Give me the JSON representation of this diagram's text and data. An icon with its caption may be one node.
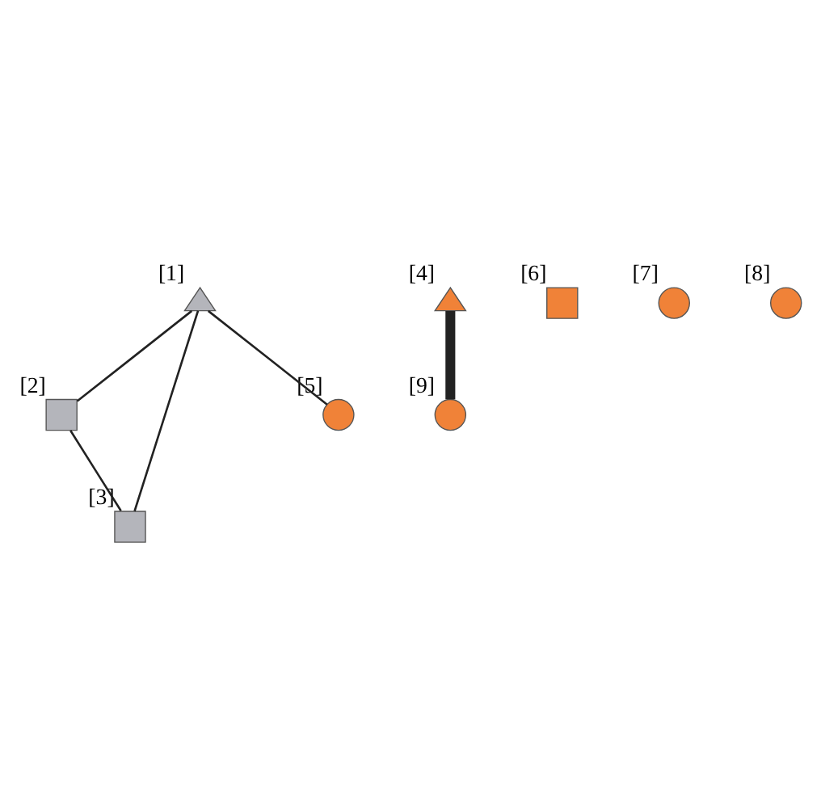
{
  "diagram": {
    "nodes": [
      {
        "text": [],
        "shape": "triangle",
        "beside": [
          "[1]"
        ]
      },
      {
        "text": [],
        "shape": "box",
        "beside": [
          "[2]"
        ]
      },
      {
        "text": [],
        "shape": "box",
        "beside": [
          "[3]"
        ]
      },
      {
        "text": [],
        "shape": "triangle",
        "beside": [
          "[4]"
        ]
      },
      {
        "text": [],
        "shape": "circle",
        "beside": [
          "[5]"
        ]
      },
      {
        "text": [],
        "shape": "box",
        "beside": [
          "[6]"
        ]
      },
      {
        "text": [],
        "shape": "circle",
        "beside": [
          "[7]"
        ]
      },
      {
        "text": [],
        "shape": "circle",
        "beside": [
          "[8]"
        ]
      },
      {
        "text": [],
        "shape": "circle",
        "beside": [
          "[9]"
        ]
      }
    ],
    "edges": [
      {
        "from": 0,
        "to": 1,
        "arrow": "none"
      },
      {
        "from": 0,
        "to": 2,
        "arrow": "none"
      },
      {
        "from": 1,
        "to": 2,
        "arrow": "none"
      },
      {
        "from": 0,
        "to": 4,
        "arrow": "none"
      },
      {
        "from": 3,
        "to": 8,
        "arrow": "none",
        "style": "thick"
      }
    ]
  }
}
